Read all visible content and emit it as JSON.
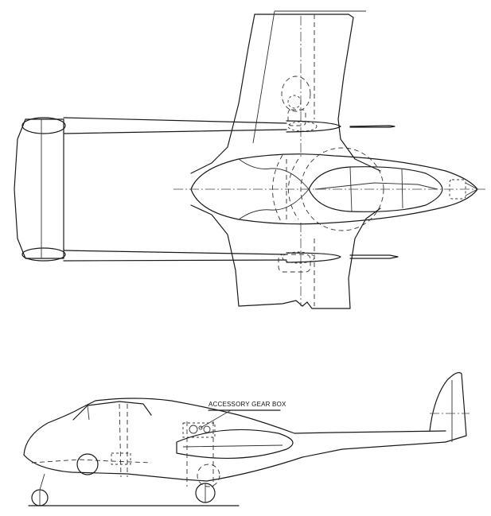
{
  "annotations": {
    "accessory_gear_box": "ACCESSORY GEAR BOX"
  },
  "views": [
    "plan-view",
    "side-elevation"
  ]
}
